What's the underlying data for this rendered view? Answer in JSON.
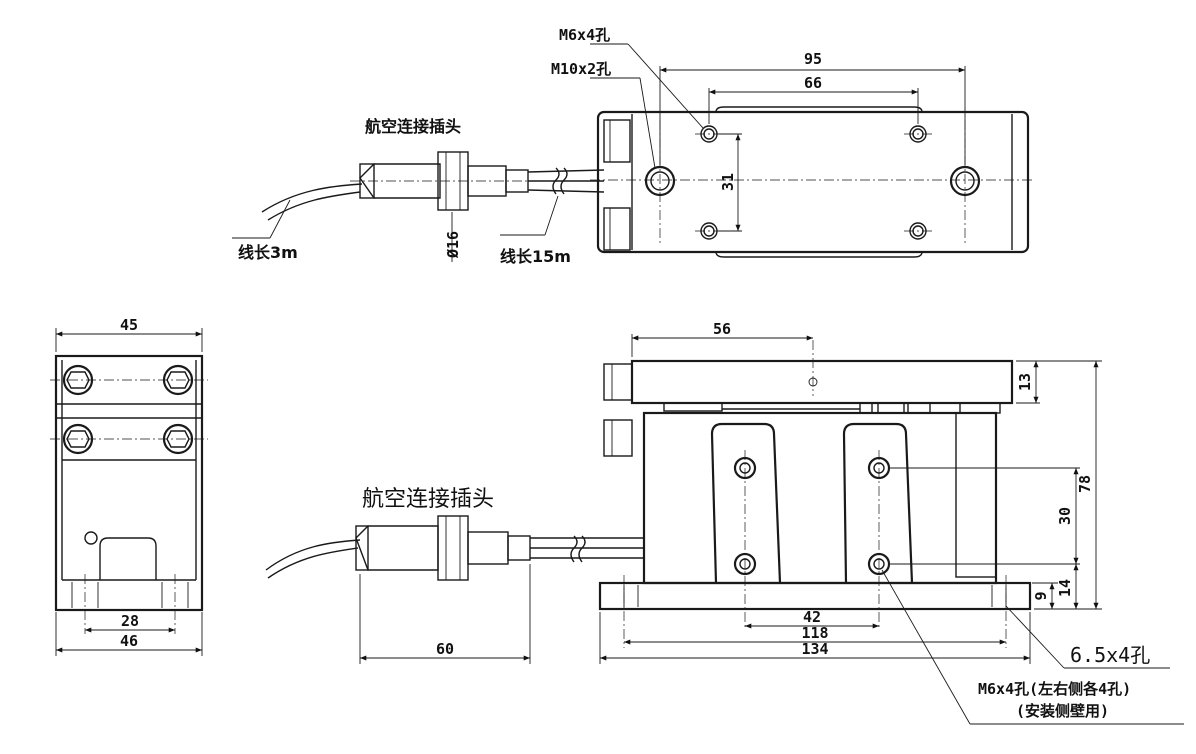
{
  "labels": {
    "m6x4": "M6x4孔",
    "m10x2": "M10x2孔",
    "connector_top": "航空连接插头",
    "connector_bottom": "航空连接插头",
    "wire_3m": "线长3m",
    "wire_15m": "线长15m",
    "dia16": "Ø16",
    "hole_6_5": "6.5x4孔",
    "m6x4_side": "M6x4孔(左右侧各4孔)",
    "mount_side": "(安装侧壁用)"
  },
  "dimensions": {
    "d95": "95",
    "d66": "66",
    "d31": "31",
    "d45": "45",
    "d28": "28",
    "d46": "46",
    "d56": "56",
    "d13": "13",
    "d78": "78",
    "d30": "30",
    "d14": "14",
    "d9": "9",
    "d42": "42",
    "d118": "118",
    "d134": "134",
    "d60": "60"
  }
}
